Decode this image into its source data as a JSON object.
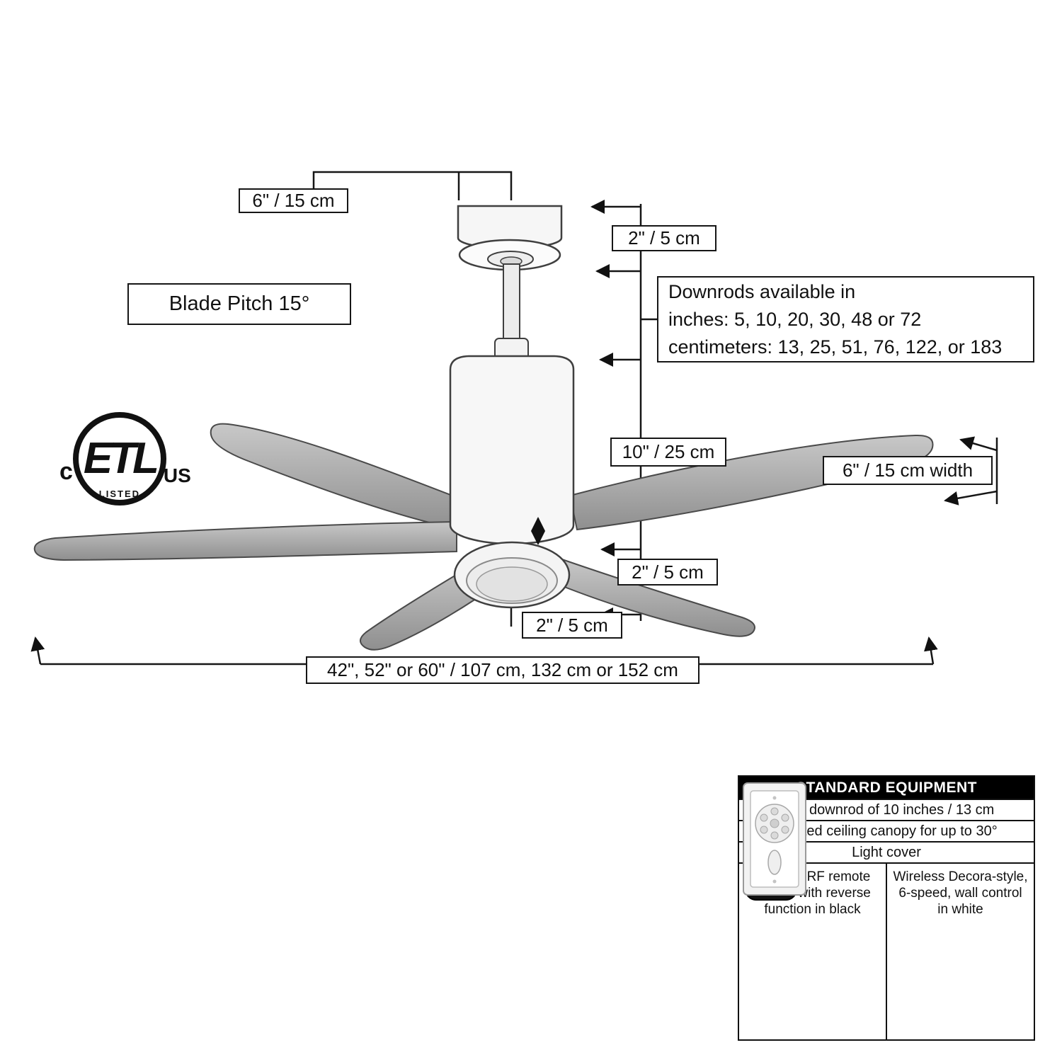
{
  "diagram": {
    "canopy_width_label": "6\" / 15 cm",
    "canopy_height_label": "2\" / 5 cm",
    "blade_pitch_label": "Blade Pitch 15°",
    "downrods_note": "Downrods available in\ninches: 5, 10, 20, 30, 48 or 72\ncentimeters: 13, 25, 51, 76, 122, or 183",
    "motor_height_label": "10\" / 25 cm",
    "blade_width_label": "6\" / 15 cm width",
    "light_height_label": "2\" / 5 cm",
    "lower_gap_label": "2\" / 5 cm",
    "span_label": "42\", 52\" or 60\" / 107 cm, 132 cm or 152 cm",
    "etl_mark": {
      "c": "c",
      "etl": "ETL",
      "us": "US",
      "listed": "LISTED"
    }
  },
  "equipment_table": {
    "header": "STANDARD EQUIPMENT",
    "rows": [
      "One downrod of 10 inches / 13 cm",
      "Vaulted ceiling canopy for up to 30°",
      "Light cover"
    ],
    "remote_item": "6-speed RF remote\ncontrol with reverse\nfunction in black",
    "wall_item": "Wireless Decora-style,\n6-speed, wall control\nin white"
  },
  "colors": {
    "line": "#1a1a1a",
    "blade_light": "#c8c8c8",
    "blade_dark": "#8f8f8f"
  }
}
